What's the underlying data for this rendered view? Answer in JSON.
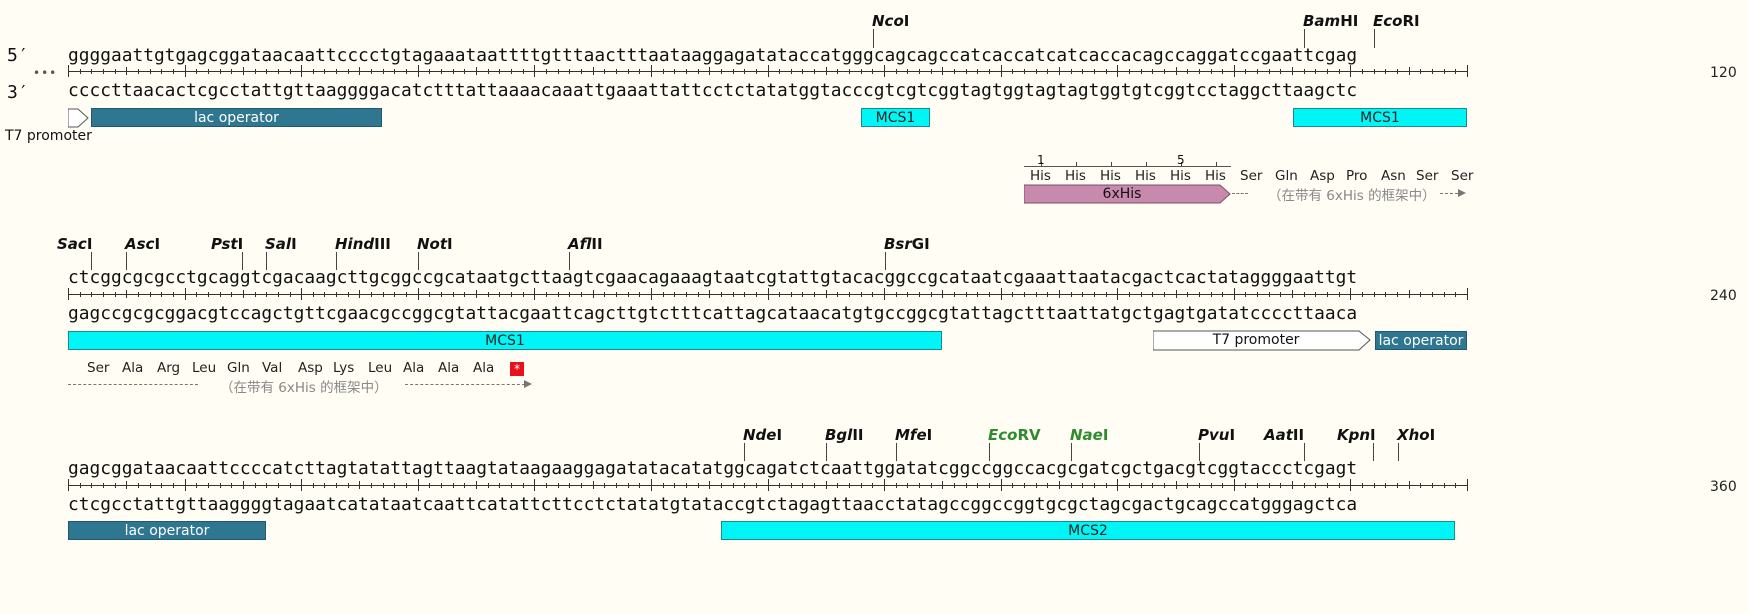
{
  "labels": {
    "five": "5′",
    "three": "3′",
    "ellipsis": "•••"
  },
  "rows": [
    {
      "top": "ggggaattgtgagcggataacaattcccctgtagaaataattttgtttaactttaataaggagatataccatgggcagcagccatcaccatcatcaccacagccaggatccgaattcgag",
      "bottom": "ccccttaacactcgcctattgttaaggggacatctttattaaaacaaattgaaattattcctctatatggtacccgtcgtcggtagtggtagtagtggtgtcggtcctaggcttaagctc",
      "end": "120"
    },
    {
      "top": "ctcggcgcgcctgcaggtcgacaagcttgcggccgcataatgcttaagtcgaacagaaagtaatcgtattgtacacggccgcataatcgaaattaatacgactcactataggggaattgt",
      "bottom": "gagccgcgcggacgtccagctgttcgaacgccggcgtattacgaattcagcttgtctttcattagcataacatgtgccggcgtattagctttaattatgctgagtgatatccccttaaca",
      "end": "240"
    },
    {
      "top": "gagcggataacaattccccatcttagtatattagttaagtataagaaggagatatacatatggcagatctcaattggatatcggccggccacgcgatcgctgacgtcggtaccctcgagt",
      "bottom": "ctcgcctattgttaaggggtagaatcatataatcaattcatattcttcctctatatgtataccgtctagagttaacctatagccggccggtgcgctagcgactgcagccatgggagctca",
      "end": "360"
    }
  ],
  "enzymes": {
    "nco": [
      "Nco",
      "I"
    ],
    "bam": [
      "Bam",
      "HI"
    ],
    "eco": [
      "Eco",
      "RI"
    ],
    "sac": [
      "Sac",
      "I"
    ],
    "asc": [
      "Asc",
      "I"
    ],
    "pst": [
      "Pst",
      "I"
    ],
    "sal": [
      "Sal",
      "I"
    ],
    "hind": [
      "Hind",
      "III"
    ],
    "not": [
      "Not",
      "I"
    ],
    "afl": [
      "Afl",
      "II"
    ],
    "bsrg": [
      "Bsr",
      "GI"
    ],
    "nde": [
      "Nde",
      "I"
    ],
    "bgl": [
      "Bgl",
      "II"
    ],
    "mfe": [
      "Mfe",
      "I"
    ],
    "ecorv": [
      "Eco",
      "RV"
    ],
    "nae": [
      "Nae",
      "I"
    ],
    "pvu": [
      "Pvu",
      "I"
    ],
    "aat": [
      "Aat",
      "II"
    ],
    "kpn": [
      "Kpn",
      "I"
    ],
    "xho": [
      "Xho",
      "I"
    ]
  },
  "features": {
    "t7_1": "T7 promoter",
    "lac1": "lac operator",
    "mcs1a": "MCS1",
    "mcs1b": "MCS1",
    "mcs1c": "MCS1",
    "t7_2": "T7 promoter",
    "lac2": "lac operator",
    "lac3": "lac operator",
    "mcs2": "MCS2",
    "his": "6xHis"
  },
  "translation1": {
    "numbers": [
      "1",
      "5"
    ],
    "his": [
      "His",
      "His",
      "His",
      "His",
      "His",
      "His"
    ],
    "rest": [
      "Ser",
      "Gln",
      "Asp",
      "Pro",
      "Asn",
      "Ser",
      "Ser"
    ],
    "note": "（在带有 6xHis 的框架中）"
  },
  "translation2": {
    "aa": [
      "Ser",
      "Ala",
      "Arg",
      "Leu",
      "Gln",
      "Val",
      "Asp",
      "Lys",
      "Leu",
      "Ala",
      "Ala",
      "Ala"
    ],
    "stop": "*",
    "note": "（在带有 6xHis 的框架中）"
  },
  "colors": {
    "lac_operator": "#2f7791",
    "mcs": "#00f6f6",
    "his_tag": "#c88aac",
    "stop_codon": "#e8101a",
    "green_enzyme": "#2e8b2e"
  }
}
